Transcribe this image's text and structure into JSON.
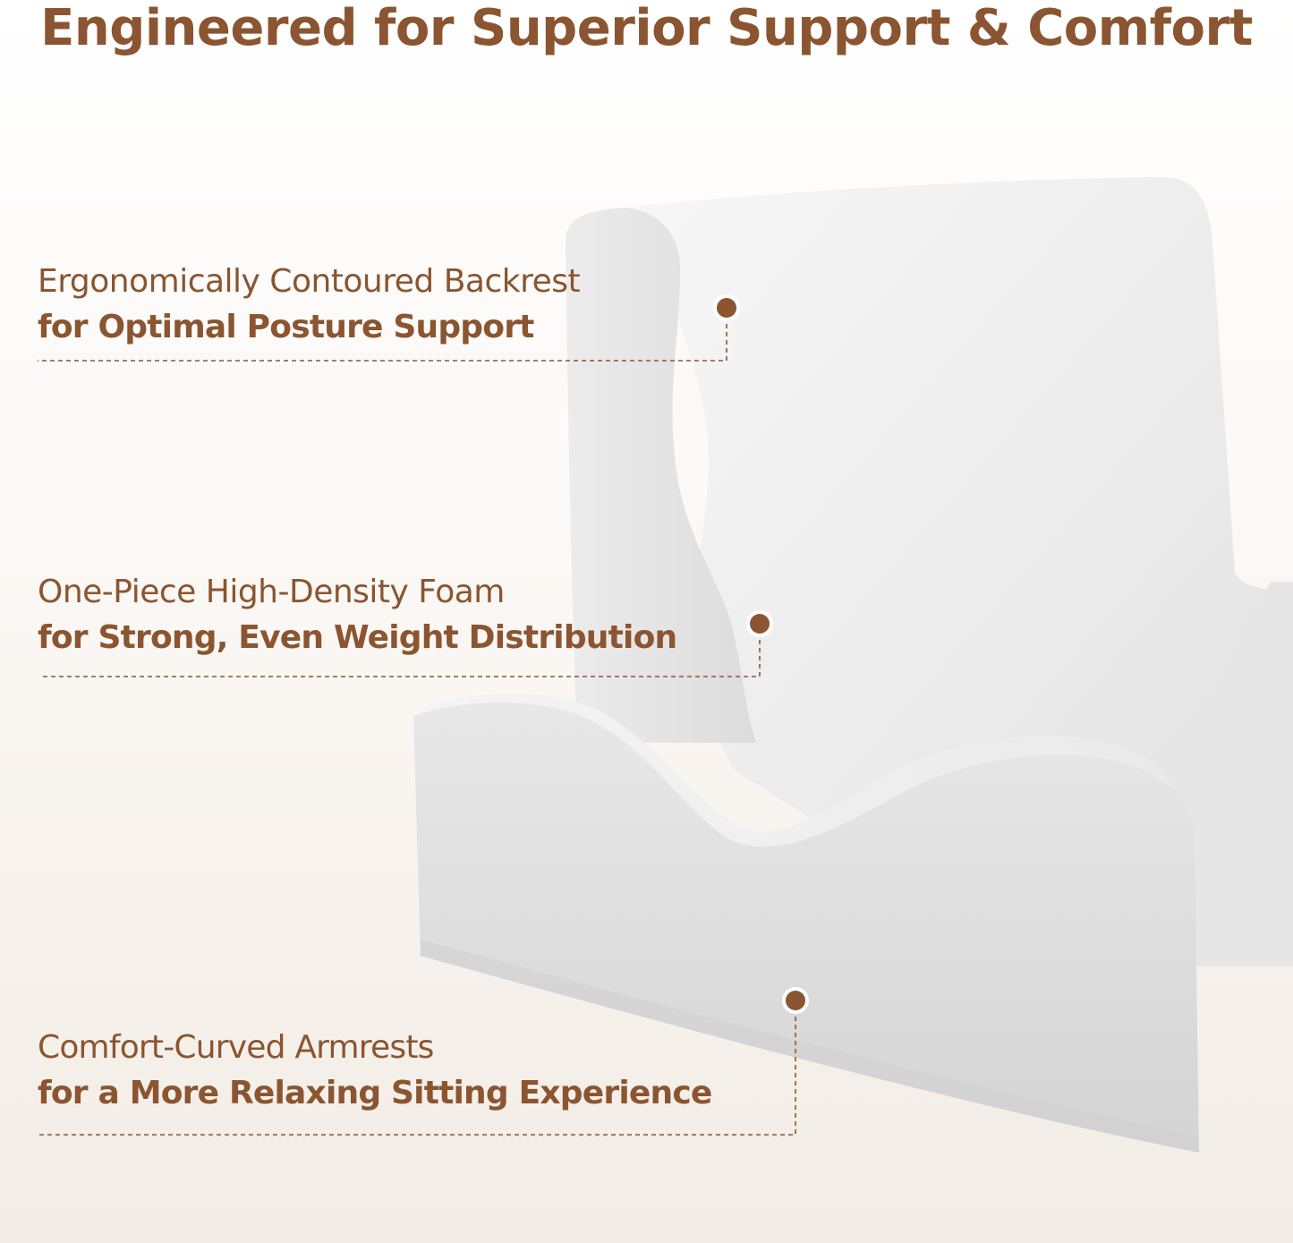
{
  "headline": "Engineered for Superior Support & Comfort",
  "callouts": [
    {
      "line1": "Ergonomically Contoured Backrest",
      "line2": "for Optimal Posture Support"
    },
    {
      "line1": "One-Piece High-Density Foam",
      "line2": "for Strong, Even Weight Distribution"
    },
    {
      "line1": "Comfort-Curved Armrests",
      "line2": "for a More Relaxing Sitting Experience"
    }
  ],
  "colors": {
    "accent": "#8a5530",
    "foam": "#f3f3f3",
    "foam_shadow": "#d6d6d6",
    "background": "#f6f1ec"
  }
}
